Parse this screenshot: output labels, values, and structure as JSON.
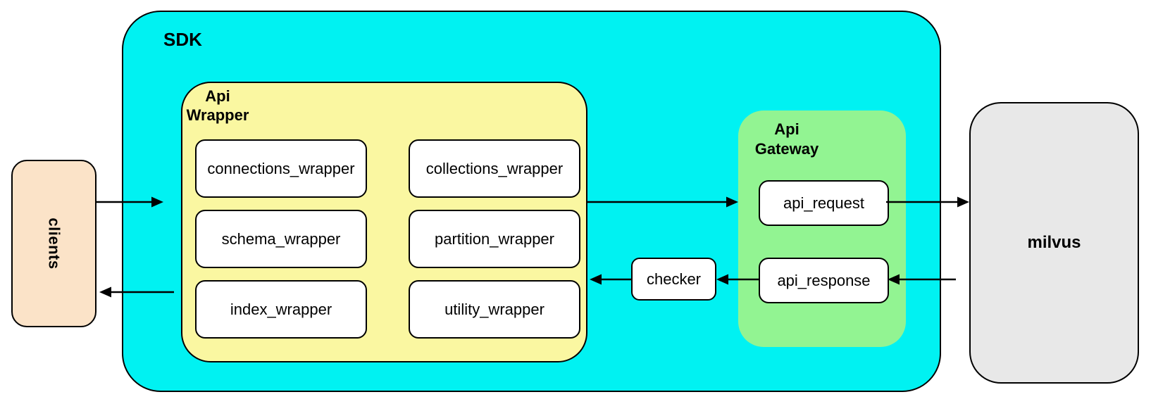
{
  "clients": {
    "label": "clients"
  },
  "sdk": {
    "label": "SDK"
  },
  "api_wrapper": {
    "label_lines": [
      "Api",
      "Wrapper"
    ],
    "modules": [
      "connections_wrapper",
      "collections_wrapper",
      "schema_wrapper",
      "partition_wrapper",
      "index_wrapper",
      "utility_wrapper"
    ]
  },
  "checker": {
    "label": "checker"
  },
  "api_gateway": {
    "label_lines": [
      "Api",
      "Gateway"
    ],
    "request_label": "api_request",
    "response_label": "api_response"
  },
  "milvus": {
    "label": "milvus"
  },
  "colors": {
    "sdk_fill": "#00F2F2",
    "api_wrapper_fill": "#FAF7A1",
    "api_gateway_fill": "#92F492",
    "clients_fill": "#FBE3C8",
    "milvus_fill": "#E8E8E8",
    "node_fill": "#FFFFFF",
    "stroke": "#000000"
  },
  "connections": [
    {
      "from": "clients",
      "to": "api_wrapper"
    },
    {
      "from": "api_wrapper",
      "to": "api_gateway"
    },
    {
      "from": "api_request",
      "to": "milvus"
    },
    {
      "from": "milvus",
      "to": "api_response"
    },
    {
      "from": "api_response",
      "to": "checker"
    },
    {
      "from": "checker",
      "to": "api_wrapper"
    },
    {
      "from": "api_wrapper",
      "to": "clients"
    }
  ]
}
